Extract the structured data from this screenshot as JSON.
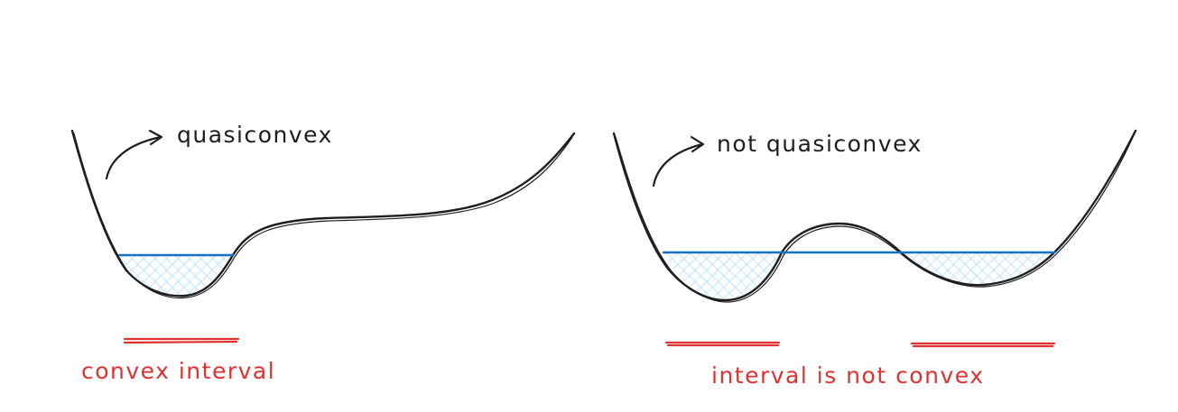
{
  "colors": {
    "ink": "#1e1e1e",
    "level_line": "#1971c2",
    "hatch": "#a5d8ff",
    "interval": "#e03131"
  },
  "left_panel": {
    "caption": "quasiconvex",
    "interval_label": "convex interval",
    "icons": [
      "curved-arrow-icon"
    ]
  },
  "right_panel": {
    "caption": "not quasiconvex",
    "interval_label": "interval is not convex",
    "icons": [
      "curved-arrow-icon"
    ]
  }
}
